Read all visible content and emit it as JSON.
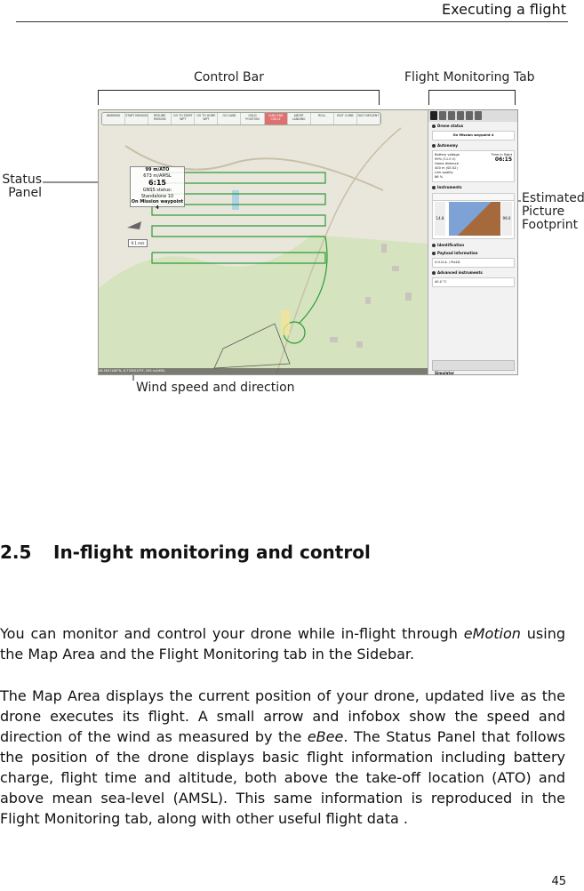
{
  "header": {
    "running_title": "Executing a flight"
  },
  "figure": {
    "callouts": {
      "control_bar": "Control Bar",
      "flight_monitoring_tab": "Flight Monitoring Tab",
      "status_panel_line1": "Status",
      "status_panel_line2": "Panel",
      "footprint_line1": "Estimated",
      "footprint_line2": "Picture",
      "footprint_line3": "Footprint",
      "wind": "Wind speed and direction"
    },
    "control_bar_buttons": [
      "WARNING",
      "START MISSION",
      "RESUME MISSION",
      "GO TO START WPT",
      "GO TO HOME WPT",
      "GO LAND",
      "HOLD POSITION",
      "LAND END CIRCLE",
      "ABORT LANDING",
      "ROLL",
      "FAST CLIMB",
      "FAST DESCENT"
    ],
    "control_bar_active_index": 7,
    "status_panel": {
      "alt_ato": "99 m/ATO",
      "alt_amsl": "673 m/AMSL",
      "flight_time": "6:15",
      "gnss": "GNSS status: Standalone 10",
      "mission": "On Mission waypoint 4"
    },
    "wind_box": "9.1 m/s",
    "map_footer": "46.5007460°N, 6.7785519°E, 595 m/AMSL",
    "sidebar": {
      "drone_status_title": "Drone status",
      "drone_status_value": "On Mission waypoint 4",
      "autonomy_title": "Autonomy",
      "battery_label": "Battery voltage",
      "battery_value": "99% (11.0 V)",
      "time_in_flight_label": "Time in flight",
      "time_in_flight_value": "06:15",
      "home_distance_label": "Home distance",
      "home_distance_value": "400 m (SE:32)",
      "link_quality_label": "Link quality",
      "link_quality_value": "86 %",
      "instruments_title": "Instruments",
      "airspeed": "14.8",
      "altitude": "99.0",
      "identification_title": "Identification",
      "payload_title": "Payload information",
      "payload_type": "S.O.D.A. / Pix4D",
      "advanced_title": "Advanced instruments",
      "outside_temp_value": "40.0 °C",
      "simulator_title": "Simulator",
      "accent_color": "#e07070"
    }
  },
  "section": {
    "number": "2.5",
    "title": "In-flight monitoring and control"
  },
  "paragraphs": {
    "p1_before": "You can monitor and control your drone while in-flight through ",
    "p1_emph": "eMotion",
    "p1_after": " using the Map Area and the Flight Monitoring tab in the Sidebar.",
    "p2_before": "The Map Area displays the current position of your drone, updated live as the drone executes its flight.  A small arrow and infobox show the speed and direction of the wind as measured by the ",
    "p2_emph": "eBee",
    "p2_after": ".  The Status Panel that follows the position of the drone displays basic flight information including battery charge, flight time and altitude, both above the take-off location (ATO) and above mean sea-level (AMSL). This same information is reproduced in the Flight Monitoring tab, along with other useful flight data ."
  },
  "page_number": "45"
}
